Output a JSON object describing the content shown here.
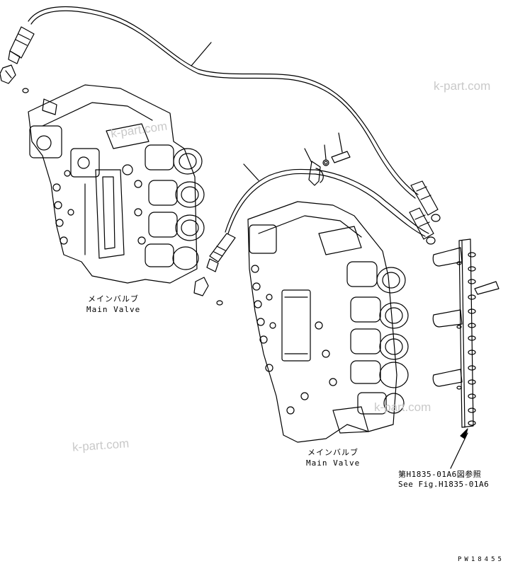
{
  "labels": {
    "valve_left_jp": "メインバルブ",
    "valve_left_en": "Main Valve",
    "valve_right_jp": "メインバルブ",
    "valve_right_en": "Main Valve",
    "ref_jp": "第H1835-01A6図参照",
    "ref_en": "See Fig.H1835-01A6",
    "drawing_code": "PW18455"
  },
  "watermarks": [
    "k-part.com",
    "k-part.com",
    "k-part.com",
    "k-part.com"
  ],
  "colors": {
    "line": "#000000",
    "watermark": "#c9c9c9",
    "background": "#ffffff"
  }
}
